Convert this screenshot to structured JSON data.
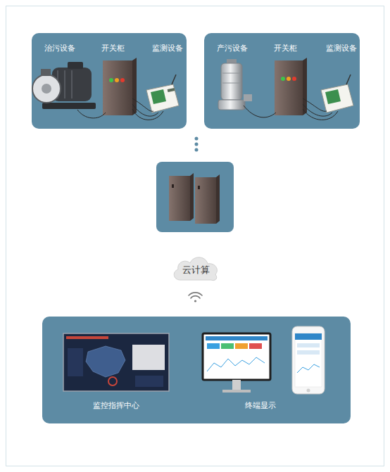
{
  "diagram": {
    "nodes": [
      {
        "text": [
          "治污设备",
          "开关柜",
          "监测设备"
        ]
      },
      {
        "text": [
          "产污设备",
          "开关柜",
          "监测设备"
        ]
      },
      {
        "text": [
          "云计算"
        ]
      },
      {
        "text": [
          "监控指挥中心",
          "终端显示"
        ]
      }
    ]
  }
}
